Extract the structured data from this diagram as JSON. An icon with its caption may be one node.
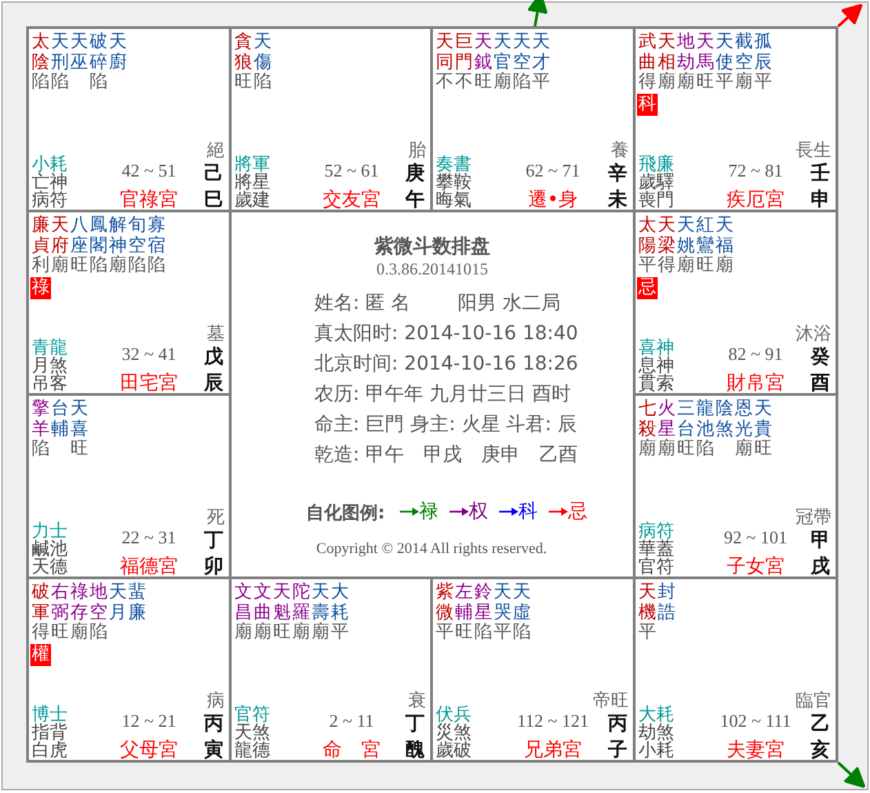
{
  "diagram": {
    "nodes": [
      {
        "text": [
          "太陰",
          "天刑",
          "天巫",
          "破碎",
          "天廚",
          "陷陷　陷",
          "絕",
          "小耗",
          "亡神",
          "病符",
          "42 ~ 51",
          "己",
          "官祿宮",
          "巳"
        ]
      },
      {
        "text": [
          "貪狼",
          "天傷",
          "旺陷",
          "胎",
          "將軍",
          "將星",
          "歲建",
          "52 ~ 61",
          "庚",
          "交友宮",
          "午"
        ]
      },
      {
        "text": [
          "天同",
          "巨門",
          "天鉞",
          "天官",
          "天空",
          "天才",
          "不不旺廟陷平",
          "養",
          "奏書",
          "攀鞍",
          "晦氣",
          "62 ~ 71",
          "辛",
          "遷•身",
          "未"
        ]
      },
      {
        "text": [
          "武曲",
          "天相",
          "地劫",
          "天馬",
          "天使",
          "截空",
          "孤辰",
          "得廟廟旺平廟平",
          "科",
          "長生",
          "飛廉",
          "歲驛",
          "喪門",
          "72 ~ 81",
          "壬",
          "疾厄宮",
          "申"
        ]
      },
      {
        "text": [
          "廉貞",
          "天府",
          "八座",
          "鳳閣",
          "解神",
          "旬空",
          "寡宿",
          "利廟旺陷廟陷陷",
          "祿",
          "墓",
          "青龍",
          "月煞",
          "吊客",
          "32 ~ 41",
          "戊",
          "田宅宮",
          "辰"
        ]
      },
      {
        "text": [
          "紫微斗数排盘",
          "0.3.86.20141015",
          "姓名: 匿 名",
          "阳男 水二局",
          "真太阳时: 2014-10-16 18:40",
          "北京时间: 2014-10-16 18:26",
          "农历: 甲午年 九月廿三日 酉时",
          "命主: 巨門 身主: 火星 斗君: 辰",
          "乾造: 甲午　甲戌　庚申　乙酉"
        ]
      },
      {
        "text": [
          "太陽",
          "天梁",
          "天姚",
          "紅鸞",
          "天福",
          "平得廟旺廟",
          "忌",
          "沐浴",
          "喜神",
          "息神",
          "貫索",
          "82 ~ 91",
          "癸",
          "財帛宮",
          "酉"
        ]
      },
      {
        "text": [
          "擎羊",
          "台輔",
          "天喜",
          "陷　旺",
          "死",
          "力士",
          "鹹池",
          "天德",
          "22 ~ 31",
          "丁",
          "福德宮",
          "卯"
        ]
      },
      {
        "text": [
          "七殺",
          "火星",
          "三台",
          "龍池",
          "陰煞",
          "恩光",
          "天貴",
          "廟廟旺陷　廟旺",
          "冠帶",
          "病符",
          "華蓋",
          "官符",
          "92 ~ 101",
          "甲",
          "子女宮",
          "戌"
        ]
      },
      {
        "text": [
          "破軍",
          "右弼",
          "祿存",
          "地空",
          "天月",
          "蜚廉",
          "得旺廟陷",
          "權",
          "病",
          "博士",
          "指背",
          "白虎",
          "12 ~ 21",
          "丙",
          "父母宮",
          "寅"
        ]
      },
      {
        "text": [
          "文昌",
          "文曲",
          "天魁",
          "陀羅",
          "天壽",
          "大耗",
          "廟廟旺廟廟平",
          "衰",
          "官符",
          "天煞",
          "龍德",
          "2 ~ 11",
          "丁",
          "命　宮",
          "醜"
        ]
      },
      {
        "text": [
          "紫微",
          "左輔",
          "鈴星",
          "天哭",
          "天虛",
          "平旺陷平陷",
          "帝旺",
          "伏兵",
          "災煞",
          "歲破",
          "112 ~ 121",
          "丙",
          "兄弟宮",
          "子"
        ]
      },
      {
        "text": [
          "天機",
          "封誥",
          "平",
          "臨官",
          "大耗",
          "劫煞",
          "小耗",
          "102 ~ 111",
          "乙",
          "夫妻宮",
          "亥"
        ]
      }
    ],
    "edges": [
      {
        "from": 2,
        "to": null,
        "arrow": "to",
        "color": "#008000"
      },
      {
        "from": 3,
        "to": null,
        "arrow": "to",
        "color": "#ff0000"
      },
      {
        "from": 12,
        "to": null,
        "arrow": "to",
        "color": "#008000"
      }
    ],
    "labels": [
      "自化图例:",
      "Copyright © 2014 All rights reserved."
    ],
    "legend": [
      {
        "text": "禄",
        "color": "#008000"
      },
      {
        "text": "权",
        "color": "#800080"
      },
      {
        "text": "科",
        "color": "#0000ff"
      },
      {
        "text": "忌",
        "color": "#ff0000"
      }
    ]
  }
}
